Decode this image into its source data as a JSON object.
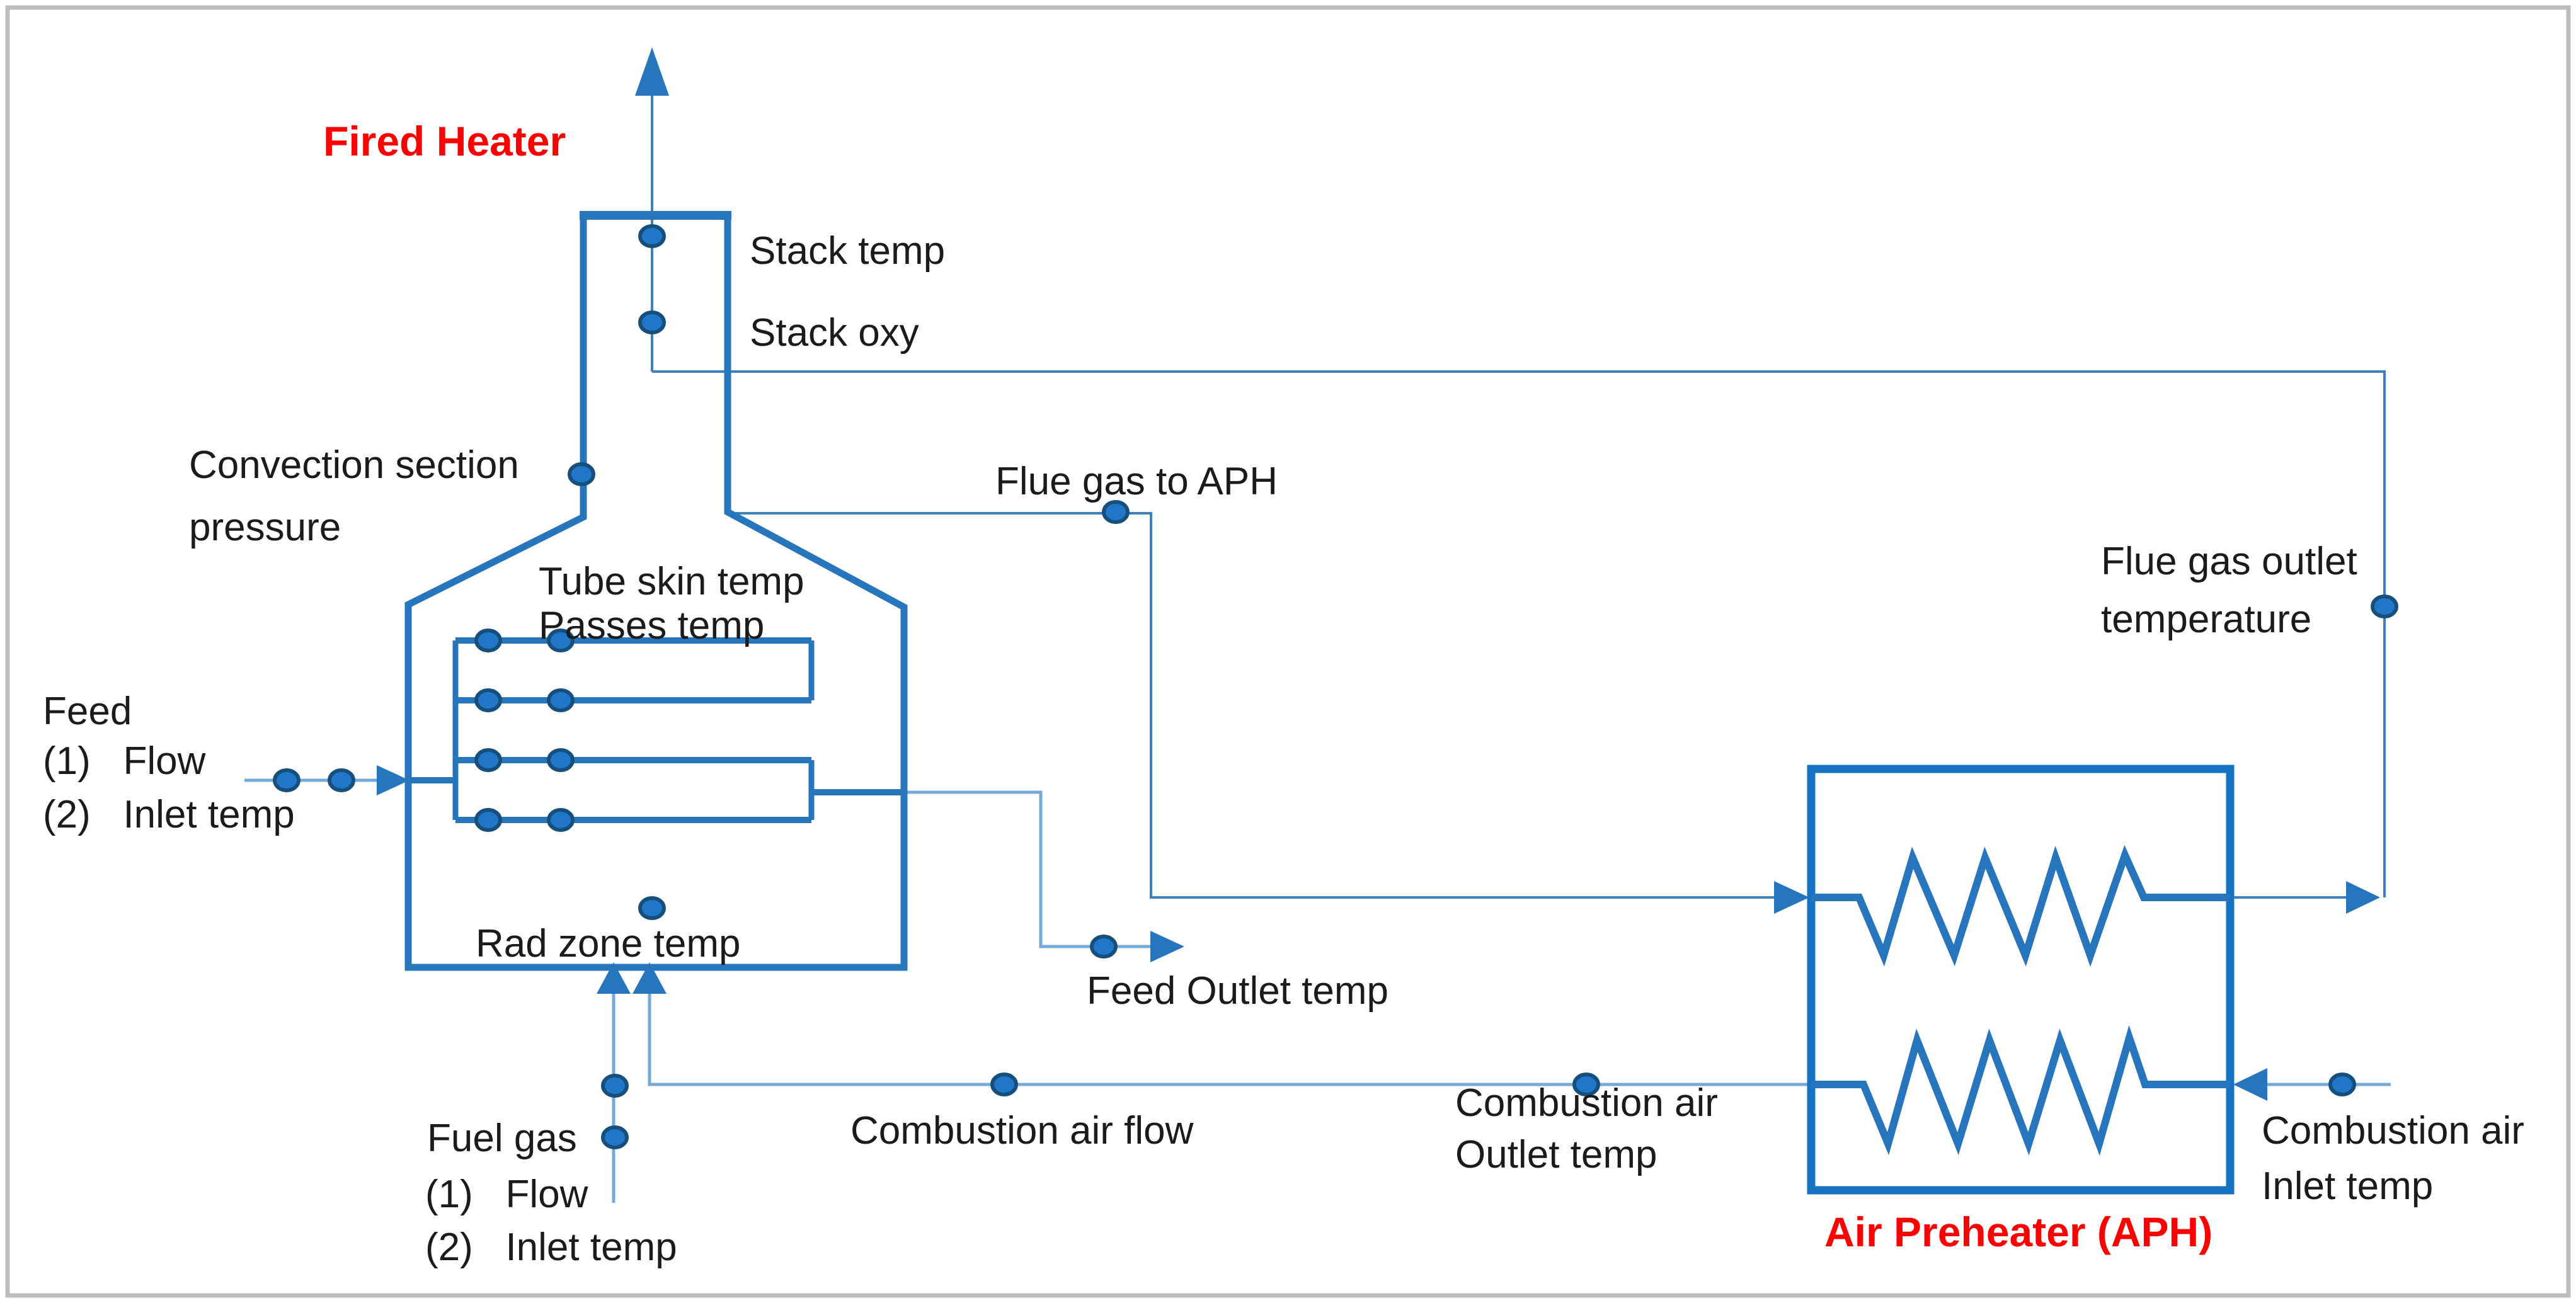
{
  "diagram": {
    "title": "Fired Heater / Air Preheater process instrumentation diagram",
    "colors": {
      "line_blue": "#2775bc",
      "light_blue": "#74a9da",
      "dot_fill": "#2077c8",
      "dot_border": "#174f7c",
      "label_red": "#ff0000",
      "label_black": "#1b1b1b",
      "frame_gray": "#bdbdbd"
    },
    "fired_heater": {
      "title": "Fired Heater",
      "stack_temp": "Stack temp",
      "stack_oxy": "Stack oxy",
      "convection_line1": "Convection section",
      "convection_line2": "pressure",
      "tube_skin_temp": "Tube skin temp",
      "passes_temp": "Passes temp",
      "rad_zone_temp": "Rad zone temp"
    },
    "feed": {
      "title": "Feed",
      "item1": "(1)   Flow",
      "item2": "(2)   Inlet temp",
      "outlet": "Feed Outlet temp"
    },
    "fuel_gas": {
      "title": "Fuel gas",
      "item1": "(1)   Flow",
      "item2": "(2)   Inlet temp"
    },
    "flue_gas": {
      "to_aph": "Flue gas to APH",
      "outlet_line1": "Flue gas outlet",
      "outlet_line2": "temperature"
    },
    "combustion_air": {
      "flow": "Combustion air flow",
      "outlet_line1": "Combustion air",
      "outlet_line2": "Outlet temp",
      "inlet_line1": "Combustion air",
      "inlet_line2": "Inlet temp"
    },
    "aph": {
      "title": "Air Preheater (APH)"
    }
  }
}
